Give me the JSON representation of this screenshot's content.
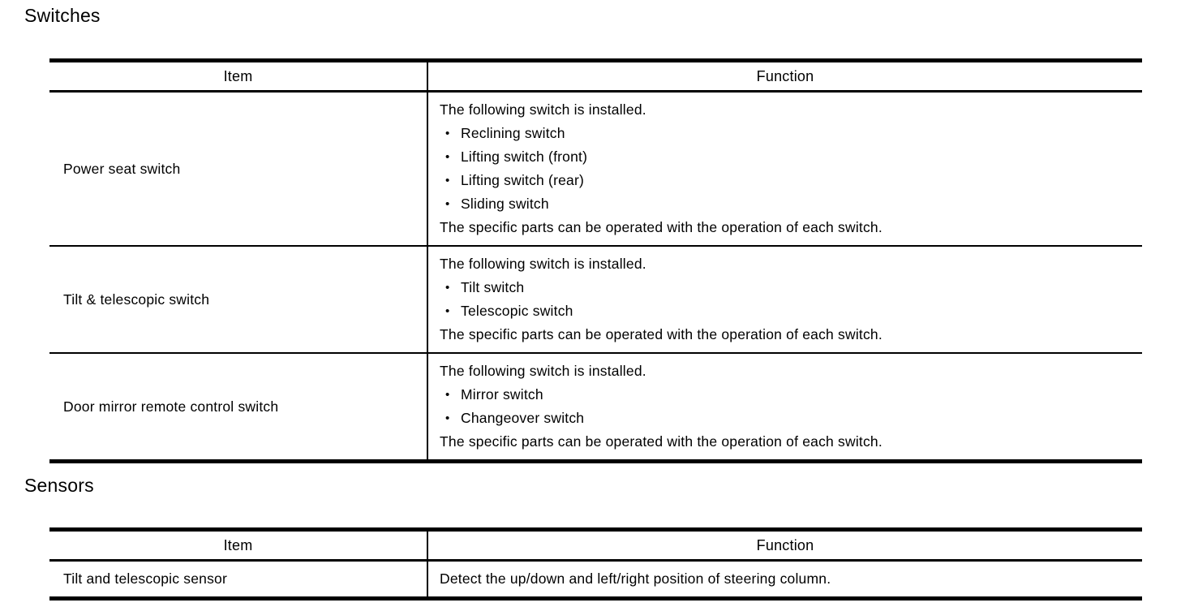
{
  "bullet_glyph": "•",
  "sections": [
    {
      "heading": "Switches",
      "table": {
        "headers": {
          "item": "Item",
          "function": "Function"
        },
        "rows": [
          {
            "item": "Power seat switch",
            "intro": "The following switch is installed.",
            "bullets": [
              "Reclining switch",
              "Lifting switch (front)",
              "Lifting switch (rear)",
              "Sliding switch"
            ],
            "outro": "The specific parts can be operated with the operation of each switch."
          },
          {
            "item": "Tilt & telescopic switch",
            "intro": "The following switch is installed.",
            "bullets": [
              "Tilt switch",
              "Telescopic switch"
            ],
            "outro": "The specific parts can be operated with the operation of each switch."
          },
          {
            "item": "Door mirror remote control switch",
            "intro": "The following switch is installed.",
            "bullets": [
              "Mirror switch",
              "Changeover switch"
            ],
            "outro": "The specific parts can be operated with the operation of each switch."
          }
        ]
      }
    },
    {
      "heading": "Sensors",
      "table": {
        "headers": {
          "item": "Item",
          "function": "Function"
        },
        "rows": [
          {
            "item": "Tilt and telescopic sensor",
            "function": "Detect the up/down and left/right position of steering column."
          }
        ]
      }
    }
  ]
}
